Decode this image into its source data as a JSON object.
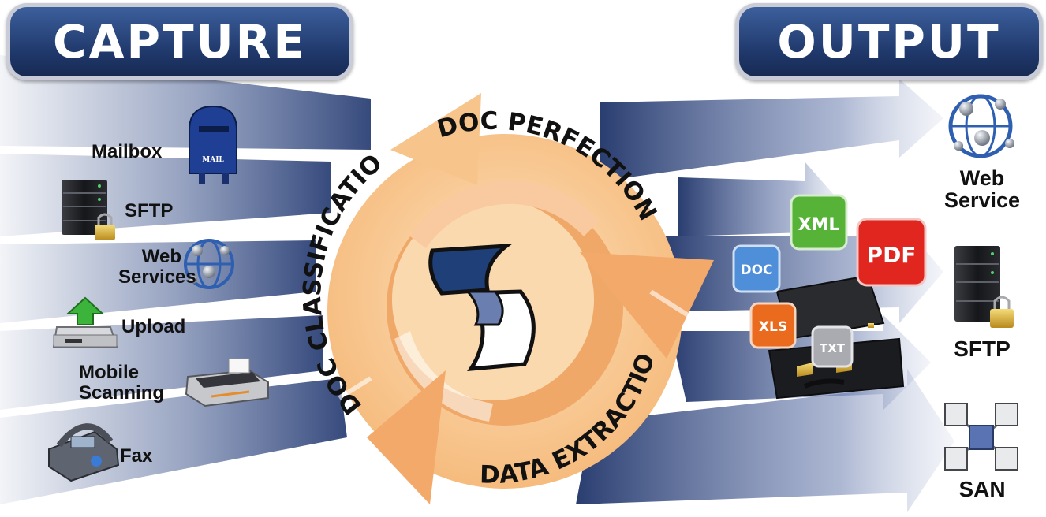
{
  "headers": {
    "capture": "CAPTURE",
    "output": "OUTPUT"
  },
  "capture_sources": {
    "mailbox": "Mailbox",
    "mailbox_icon_text": "MAIL",
    "sftp": "SFTP",
    "web_services_line1": "Web",
    "web_services_line2": "Services",
    "upload": "Upload",
    "mobile_scanning_line1": "Mobile",
    "mobile_scanning_line2": "Scanning",
    "fax": "Fax"
  },
  "cycle": {
    "doc_perfection": "DOC PERFECTION",
    "doc_classification": "DOC CLASSIFICATION",
    "data_extraction": "DATA EXTRACTION"
  },
  "formats": {
    "xml": "XML",
    "pdf": "PDF",
    "doc": "DOC",
    "xls": "XLS",
    "txt": "TXT"
  },
  "outputs": {
    "web_service_line1": "Web",
    "web_service_line2": "Service",
    "sftp": "SFTP",
    "san": "SAN"
  },
  "colors": {
    "banner": "#1e3668",
    "flow": "#2d4682",
    "cycle": "#f7c58f"
  }
}
